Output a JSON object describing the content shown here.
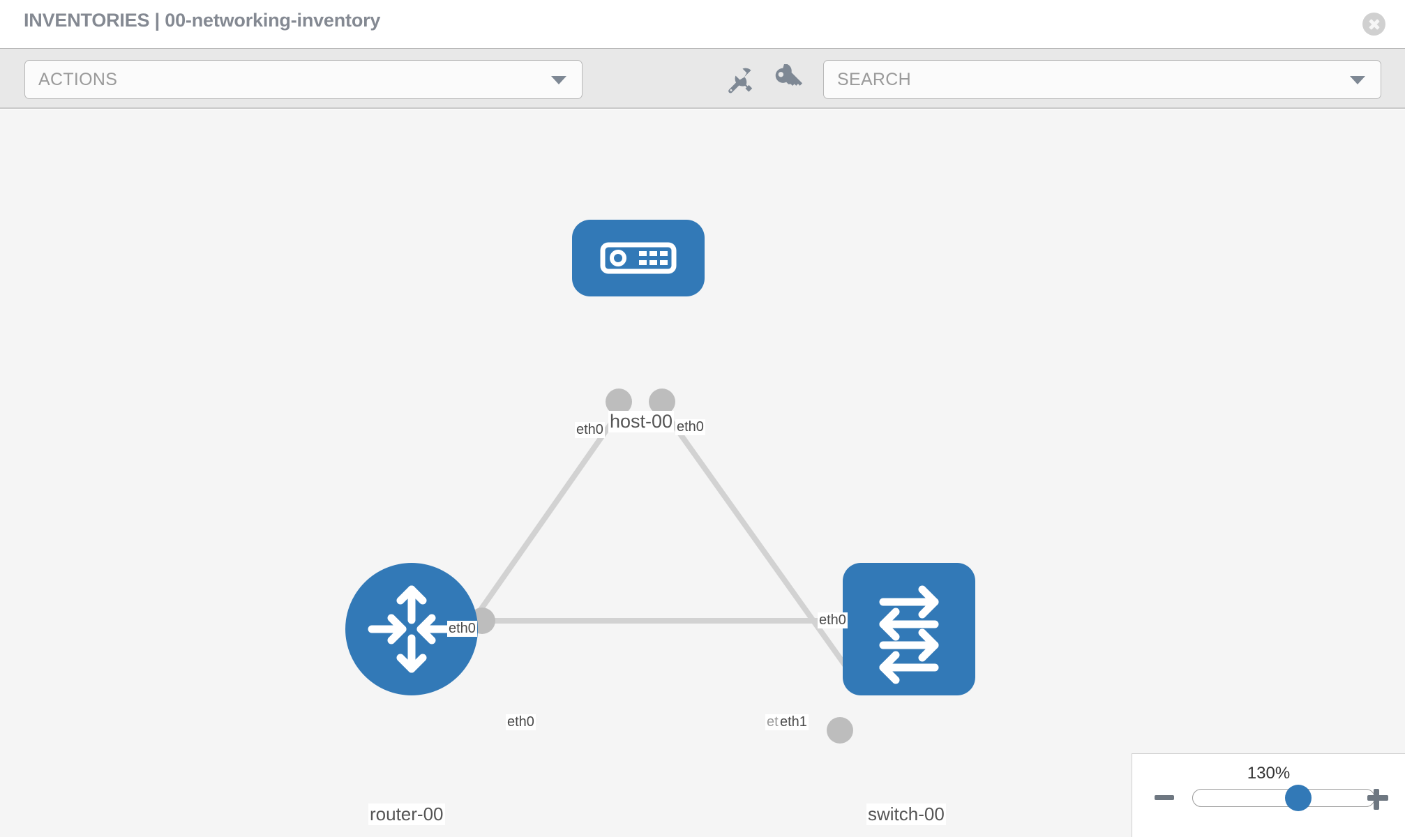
{
  "header": {
    "title": "INVENTORIES | 00-networking-inventory",
    "close_icon": "close-circle-icon"
  },
  "toolbar": {
    "actions_label": "ACTIONS",
    "actions_caret_icon": "chevron-down-icon",
    "wrench_icon": "wrench-icon",
    "key_icon": "key-icon",
    "search_placeholder": "SEARCH",
    "search_caret_icon": "chevron-down-icon"
  },
  "topology": {
    "accent_color": "#3279b7",
    "edge_color": "#d2d2d2",
    "connector_color": "#bdbdbd",
    "background": "#f5f5f5",
    "nodes": [
      {
        "id": "host-00",
        "label": "host-00",
        "icon": "server-icon",
        "shape": "rounded-rect"
      },
      {
        "id": "router-00",
        "label": "router-00",
        "icon": "router-arrows-icon",
        "shape": "circle"
      },
      {
        "id": "switch-00",
        "label": "switch-00",
        "icon": "switch-arrows-icon",
        "shape": "rounded-square"
      }
    ],
    "links": [
      {
        "from": "host-00",
        "to": "router-00",
        "from_port": "eth0",
        "to_port": "eth0"
      },
      {
        "from": "host-00",
        "to": "switch-00",
        "from_port": "eth0",
        "to_port": "eth0"
      },
      {
        "from": "router-00",
        "to": "switch-00",
        "from_port": "eth0",
        "to_port": "eth1",
        "overlapped_port": "eth0"
      }
    ],
    "port_labels": {
      "host_left": "eth0",
      "host_right": "eth0",
      "router_up": "eth0",
      "switch_up": "eth0",
      "router_right": "eth0",
      "switch_left_hidden": "eth",
      "switch_left": "eth1"
    }
  },
  "zoom_control": {
    "value": "130%",
    "minus_icon": "minus-icon",
    "plus_icon": "plus-icon",
    "handle_position_percent": 58
  }
}
